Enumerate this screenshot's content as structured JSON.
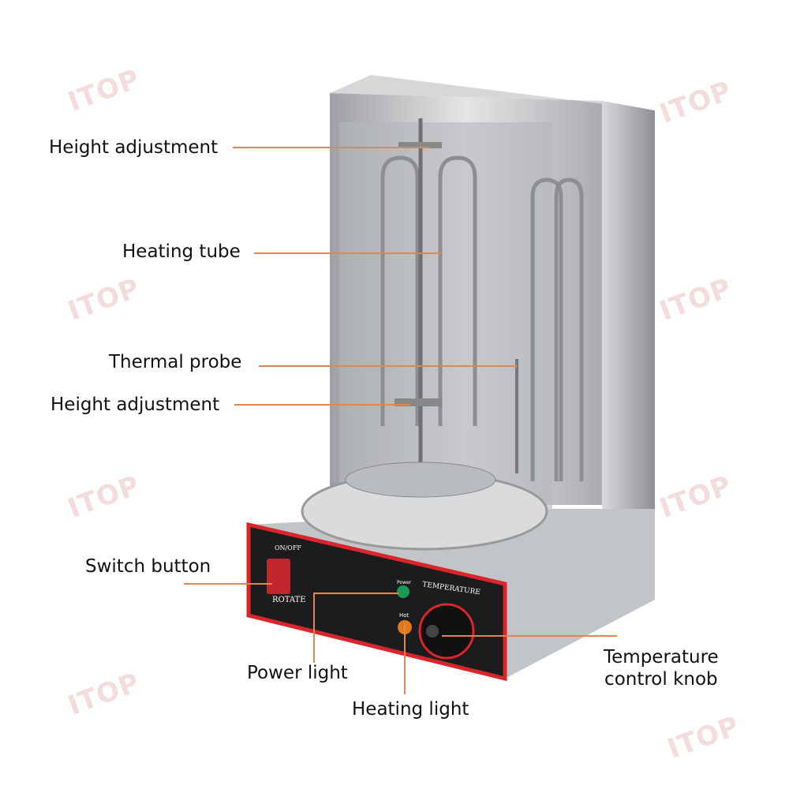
{
  "watermark": "ITOP",
  "colors": {
    "leader_line": "#E0874F",
    "panel": "#1c1c1e",
    "panel_trim": "#d9262b",
    "steel": "#c9cbcd"
  },
  "panel": {
    "switch_top": "ON/OFF",
    "switch_bottom": "ROTATE",
    "power": "Power",
    "hot": "Hot",
    "temperature": "TEMPERATURE"
  },
  "labels": [
    {
      "text": "Height adjustment"
    },
    {
      "text": "Heating tube"
    },
    {
      "text": "Thermal probe"
    },
    {
      "text": "Height adjustment"
    },
    {
      "text": "Switch button"
    },
    {
      "text": "Power light"
    },
    {
      "text": "Heating light"
    },
    {
      "text": "Temperature\ncontrol knob"
    }
  ]
}
